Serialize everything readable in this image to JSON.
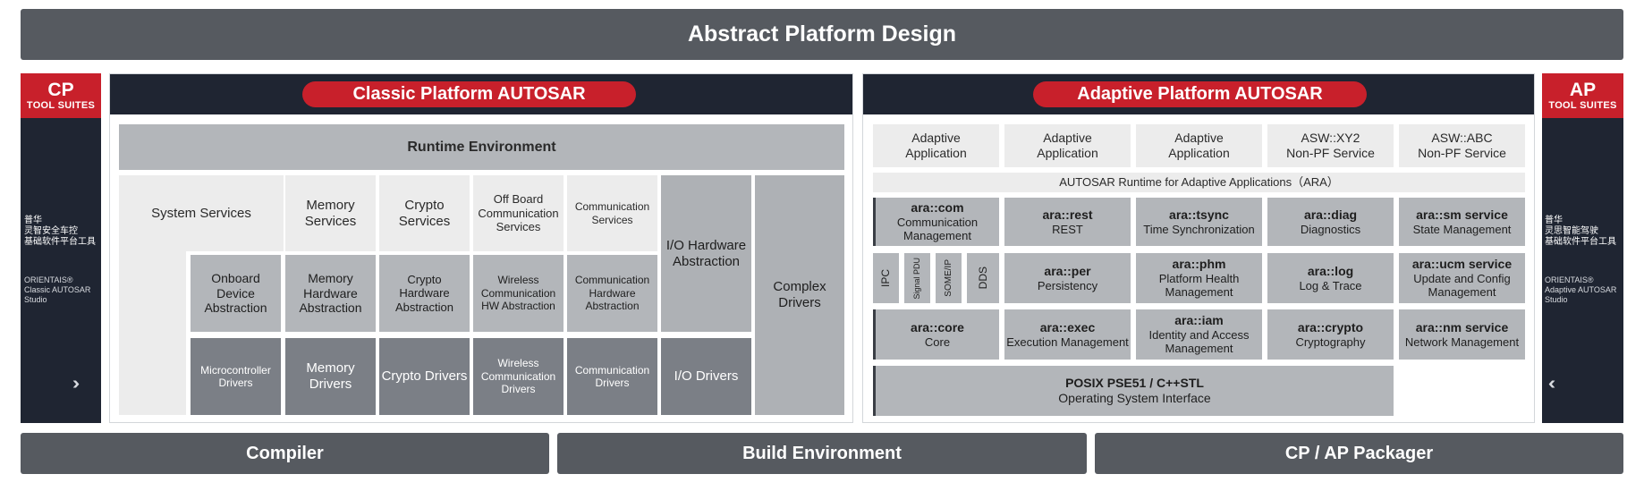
{
  "title": "Abstract Platform Design",
  "cp_side": {
    "head_big": "CP",
    "head_small": "TOOL SUITES",
    "cn_line1": "普华",
    "cn_line2": "灵智安全车控",
    "cn_line3": "基础软件平台工具",
    "en_line1": "ORIENTAIS®",
    "en_line2": "Classic AUTOSAR",
    "en_line3": "Studio",
    "arrow": "›››"
  },
  "ap_side": {
    "head_big": "AP",
    "head_small": "TOOL SUITES",
    "cn_line1": "普华",
    "cn_line2": "灵思智能驾驶",
    "cn_line3": "基础软件平台工具",
    "en_line1": "ORIENTAIS®",
    "en_line2": "Adaptive AUTOSAR",
    "en_line3": "Studio",
    "arrow": "‹‹‹"
  },
  "classic": {
    "title": "Classic Platform AUTOSAR",
    "rte": "Runtime Environment",
    "system_services": "System Services",
    "memory_services": "Memory Services",
    "crypto_services": "Crypto Services",
    "offboard_services": "Off Board Communication Services",
    "comm_services": "Communication Services",
    "io_hw_abstraction": "I/O Hardware Abstraction",
    "complex_drivers": "Complex Drivers",
    "onboard_device": "Onboard Device Abstraction",
    "memory_hw": "Memory Hardware Abstraction",
    "crypto_hw": "Crypto Hardware Abstraction",
    "wireless_hw": "Wireless Communication HW Abstraction",
    "comm_hw": "Communication Hardware Abstraction",
    "mcu_drivers": "Microcontroller Drivers",
    "memory_drivers": "Memory Drivers",
    "crypto_drivers": "Crypto Drivers",
    "wireless_drivers": "Wireless Communication Drivers",
    "comm_drivers": "Communication Drivers",
    "io_drivers": "I/O Drivers"
  },
  "adaptive": {
    "title": "Adaptive Platform AUTOSAR",
    "apps": [
      {
        "l1": "Adaptive",
        "l2": "Application"
      },
      {
        "l1": "Adaptive",
        "l2": "Application"
      },
      {
        "l1": "Adaptive",
        "l2": "Application"
      },
      {
        "l1": "ASW::XY2",
        "l2": "Non-PF Service"
      },
      {
        "l1": "ASW::ABC",
        "l2": "Non-PF Service"
      }
    ],
    "ara": "AUTOSAR Runtime for Adaptive Applications（ARA）",
    "com": {
      "name": "ara::com",
      "desc": "Communication Management"
    },
    "rest": {
      "name": "ara::rest",
      "desc": "REST"
    },
    "tsync": {
      "name": "ara::tsync",
      "desc": "Time Synchronization"
    },
    "diag": {
      "name": "ara::diag",
      "desc": "Diagnostics"
    },
    "sm": {
      "name": "ara::sm service",
      "desc": "State Management"
    },
    "bindings": [
      "IPC",
      "Signal PDU",
      "SOME/IP",
      "DDS"
    ],
    "per": {
      "name": "ara::per",
      "desc": "Persistency"
    },
    "phm": {
      "name": "ara::phm",
      "desc": "Platform Health Management"
    },
    "log": {
      "name": "ara::log",
      "desc": "Log & Trace"
    },
    "ucm": {
      "name": "ara::ucm service",
      "desc": "Update and Config Management"
    },
    "core": {
      "name": "ara::core",
      "desc": "Core"
    },
    "exec": {
      "name": "ara::exec",
      "desc": "Execution Management"
    },
    "iam": {
      "name": "ara::iam",
      "desc": "Identity and Access Management"
    },
    "crypto": {
      "name": "ara::crypto",
      "desc": "Cryptography"
    },
    "nm": {
      "name": "ara::nm service",
      "desc": "Network Management"
    },
    "posix": {
      "name": "POSIX PSE51 / C++STL",
      "desc": "Operating System Interface"
    }
  },
  "footer": {
    "compiler": "Compiler",
    "build": "Build Environment",
    "packager": "CP / AP Packager"
  }
}
